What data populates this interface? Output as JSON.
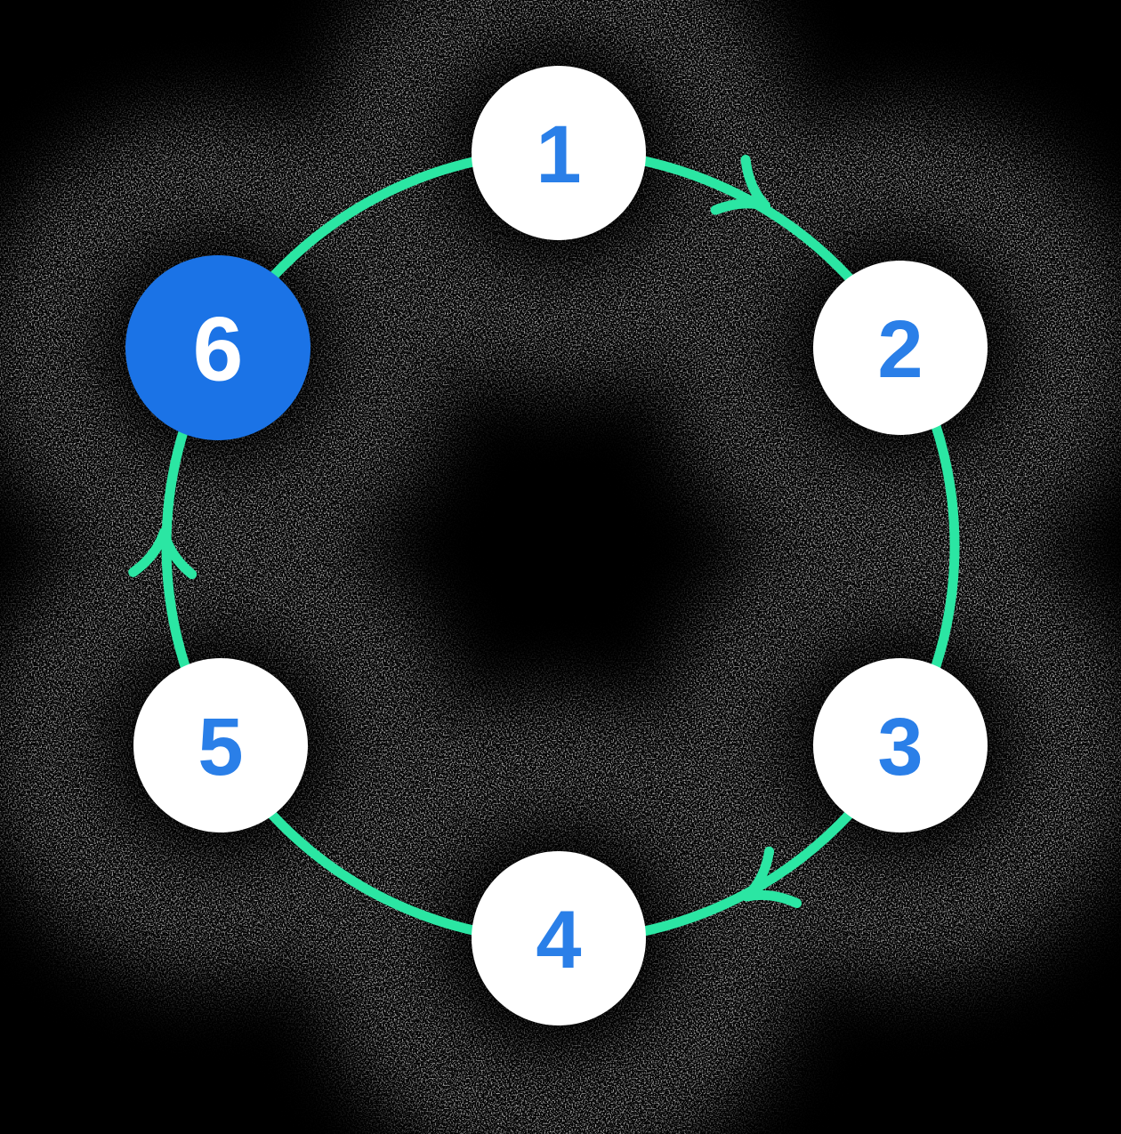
{
  "diagram": {
    "kind": "cycle",
    "direction": "clockwise",
    "nodes": [
      {
        "id": 1,
        "label": "1",
        "active": false
      },
      {
        "id": 2,
        "label": "2",
        "active": false
      },
      {
        "id": 3,
        "label": "3",
        "active": false
      },
      {
        "id": 4,
        "label": "4",
        "active": false
      },
      {
        "id": 5,
        "label": "5",
        "active": false
      },
      {
        "id": 6,
        "label": "6",
        "active": true
      }
    ],
    "arrows": [
      {
        "from": "1",
        "to": "2"
      },
      {
        "from": "3",
        "to": "4"
      },
      {
        "from": "5",
        "to": "6"
      }
    ]
  },
  "colors": {
    "background": "#000000",
    "connector_green": "#2BE6A3",
    "node_fill": "#FFFFFF",
    "active_node_fill": "#1B73E6",
    "digit_blue": "#2A7FE8",
    "active_digit": "#FFFFFF"
  }
}
